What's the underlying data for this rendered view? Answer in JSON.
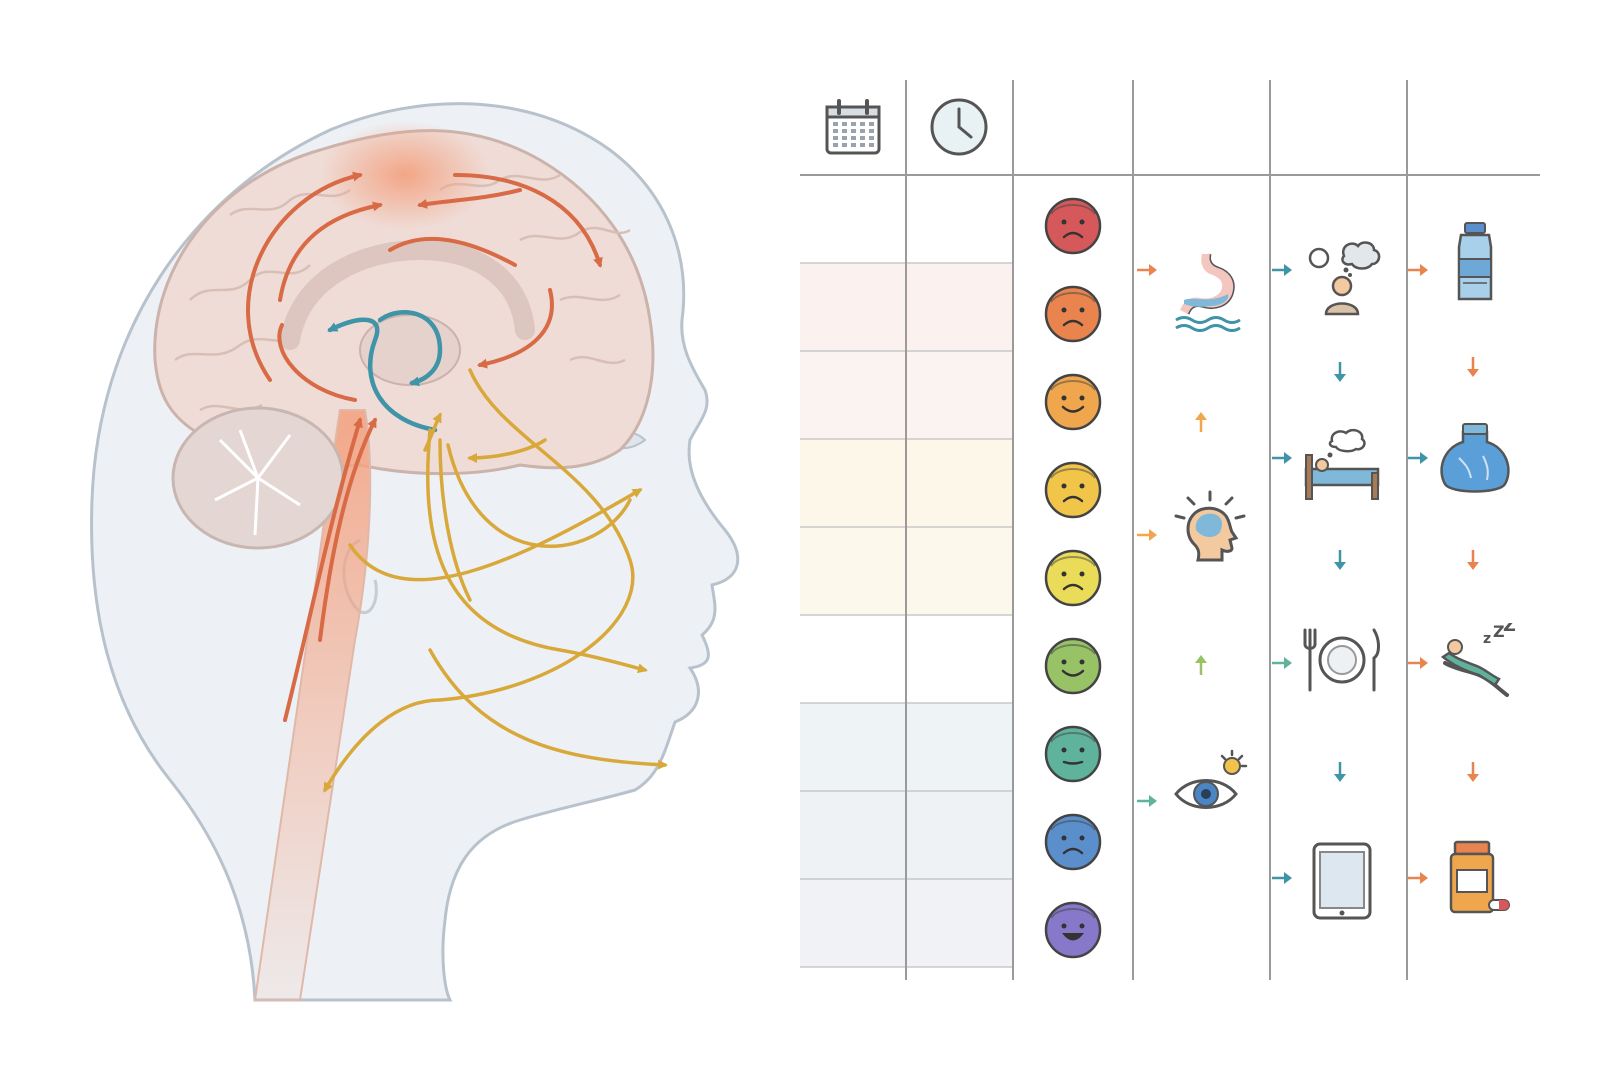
{
  "colors": {
    "migraine": "#d86a45",
    "migraine_glow": "#f3a383",
    "central": "#3f94a8",
    "nerve": "#d9a83a",
    "grid_line": "#9a9a9a",
    "brain_fill": "#efdcd6",
    "head_fill": "#edf1f5",
    "head_stroke": "#b8c2cc"
  },
  "header_icons": [
    "calendar-icon",
    "clock-icon"
  ],
  "log_rows": [
    {
      "tint": "#ffffff"
    },
    {
      "tint": "#fbf1ee"
    },
    {
      "tint": "#fbf3f1"
    },
    {
      "tint": "#fdf7ea"
    },
    {
      "tint": "#fdf8ec"
    },
    {
      "tint": "#ffffff"
    },
    {
      "tint": "#eef3f5"
    },
    {
      "tint": "#eff2f5"
    },
    {
      "tint": "#f0f2f5"
    }
  ],
  "pain_faces": [
    {
      "color": "#d5595a",
      "mood": "sad"
    },
    {
      "color": "#e9844f",
      "mood": "sad"
    },
    {
      "color": "#f0a64c",
      "mood": "happy"
    },
    {
      "color": "#f1c44a",
      "mood": "sad"
    },
    {
      "color": "#eadb58",
      "mood": "sad"
    },
    {
      "color": "#98c266",
      "mood": "happy"
    },
    {
      "color": "#5fb39d",
      "mood": "neutral"
    },
    {
      "color": "#5b8fcc",
      "mood": "sad"
    },
    {
      "color": "#8878c9",
      "mood": "laugh"
    }
  ],
  "triggers": [
    "stomach-nausea-icon",
    "light-sensitivity-head-icon",
    "eye-glare-icon"
  ],
  "situations": [
    "stress-thought-icon",
    "sleep-bed-icon",
    "meal-plate-icon",
    "tablet-screen-icon"
  ],
  "remedies": [
    "water-bottle-icon",
    "ice-pack-icon",
    "rest-recline-icon",
    "medication-bottle-icon"
  ]
}
